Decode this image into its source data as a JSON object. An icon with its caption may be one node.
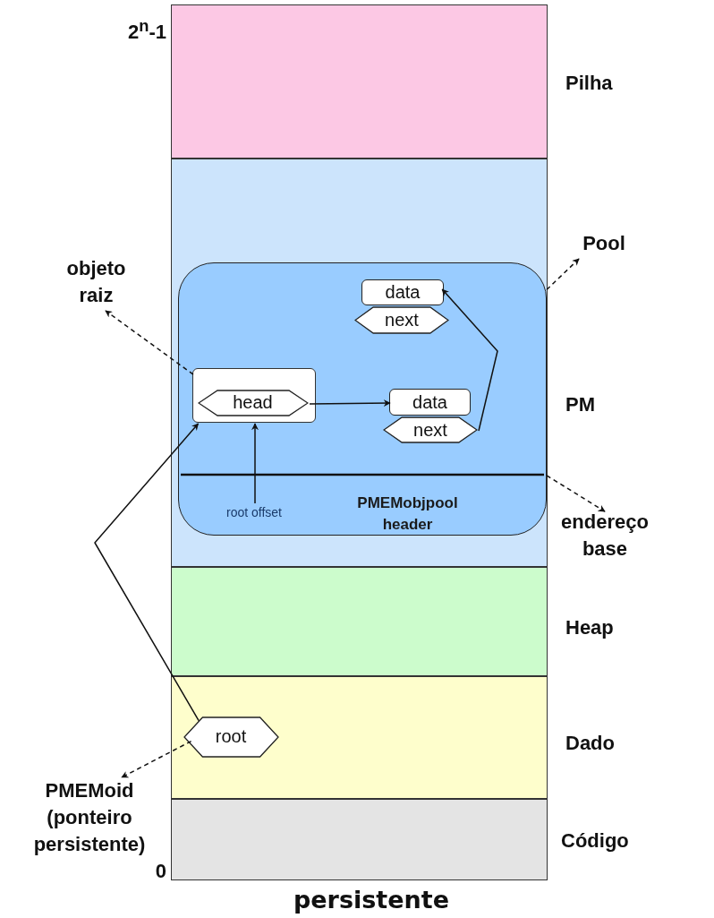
{
  "diagram": {
    "caption": "persistente",
    "nodes": [
      {
        "text": [],
        "shape": "box",
        "beside": [
          "Pilha"
        ]
      },
      {
        "text": [],
        "shape": "box",
        "beside": [
          "PM"
        ]
      },
      {
        "text": [],
        "shape": "box",
        "beside": [
          "Heap"
        ]
      },
      {
        "text": [],
        "shape": "box",
        "beside": [
          "Dado"
        ]
      },
      {
        "text": [],
        "shape": "box",
        "beside": [
          "Código"
        ]
      },
      {
        "text": [
          "PMEMobjpool header"
        ],
        "in": 1
      },
      {
        "text": [],
        "shape": "box",
        "in": 5
      },
      {
        "text": [
          "head"
        ],
        "in": 6
      },
      {
        "text": [
          "data"
        ],
        "in": 5
      },
      {
        "text": [
          "next"
        ],
        "in": 5
      },
      {
        "text": [
          "data"
        ],
        "in": 5
      },
      {
        "text": [
          "next"
        ],
        "in": 5
      },
      {
        "text": [
          "root offset"
        ],
        "in": 5
      },
      {
        "text": [
          "root"
        ],
        "in": 3
      },
      {
        "text": [
          "objeto raiz"
        ]
      },
      {
        "text": [
          "Pool"
        ]
      },
      {
        "text": [
          "endereço base"
        ]
      },
      {
        "text": [
          "PMEMoid (ponteiro persistente)"
        ]
      }
    ],
    "edges": [
      {
        "from": 7,
        "to": 10,
        "arrow": "to"
      },
      {
        "from": 11,
        "to": 8,
        "arrow": "to"
      },
      {
        "from": 12,
        "to": 6,
        "arrow": "to"
      },
      {
        "from": 13,
        "to": 6,
        "arrow": "to"
      },
      {
        "from": 6,
        "to": 14,
        "arrow": "to",
        "style": "dashed"
      },
      {
        "from": 5,
        "to": 15,
        "arrow": "to",
        "style": "dashed"
      },
      {
        "from": 5,
        "to": 16,
        "arrow": "to",
        "style": "dashed"
      },
      {
        "from": 13,
        "to": 17,
        "arrow": "to",
        "style": "dashed"
      }
    ],
    "labels": [
      "2$^{n}$-1",
      "0"
    ]
  }
}
